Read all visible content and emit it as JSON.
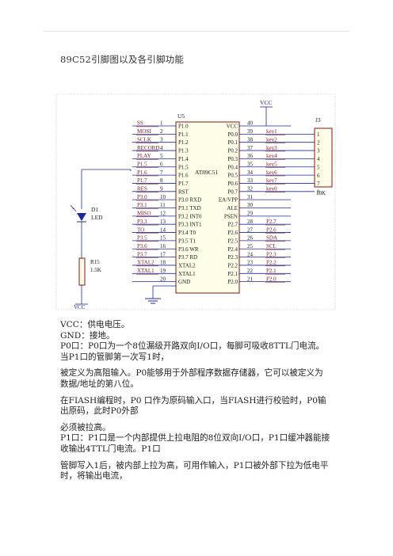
{
  "page_title": "89C52引脚图以及各引脚功能",
  "schematic": {
    "chip_ref": "U5",
    "chip_model": "AT89C51",
    "vcc_top": "VCC",
    "vcc_bottom": "VCC",
    "j_ref": "J3",
    "j_value": "10K",
    "j_pins": [
      "1",
      "2",
      "3",
      "4",
      "5",
      "6",
      "7",
      "8"
    ],
    "d_ref": "D1",
    "d_value": "LED",
    "r_ref": "R15",
    "r_value": "1.5K",
    "left_pins": [
      {
        "net": "SS",
        "num": "1",
        "name": "P1.0"
      },
      {
        "net": "MOSI",
        "num": "2",
        "name": "P1.1"
      },
      {
        "net": "SCLK",
        "num": "3",
        "name": "P1.2"
      },
      {
        "net": "RECORD",
        "num": "4",
        "name": "P1.3"
      },
      {
        "net": "PLAY",
        "num": "5",
        "name": "P1.4"
      },
      {
        "net": "P1.5",
        "num": "6",
        "name": "P1.5"
      },
      {
        "net": "P1.6",
        "num": "7",
        "name": "P1.6"
      },
      {
        "net": "P1.7",
        "num": "8",
        "name": "P1.7"
      },
      {
        "net": "RES",
        "num": "9",
        "name": "RST"
      },
      {
        "net": "P3.0",
        "num": "10",
        "name": "P3.0 RXD"
      },
      {
        "net": "P3.1",
        "num": "11",
        "name": "P3.1 TXD"
      },
      {
        "net": "MISO",
        "num": "12",
        "name": "P3.2 INT0"
      },
      {
        "net": "P3.3",
        "num": "13",
        "name": "P3.3 INT1"
      },
      {
        "net": "TO",
        "num": "14",
        "name": "P3.4 T0"
      },
      {
        "net": "P3.5",
        "num": "15",
        "name": "P3.5 T1"
      },
      {
        "net": "P3.6",
        "num": "16",
        "name": "P3.6 WR"
      },
      {
        "net": "P3.7",
        "num": "17",
        "name": "P3.7 RD"
      },
      {
        "net": "XTAL2",
        "num": "18",
        "name": "XTAL2"
      },
      {
        "net": "XTAL1",
        "num": "19",
        "name": "XTAL1"
      },
      {
        "net": "",
        "num": "20",
        "name": "GND"
      }
    ],
    "right_pins": [
      {
        "name": "VCC",
        "num": "40",
        "net": ""
      },
      {
        "name": "P0.0",
        "num": "39",
        "net": "key1"
      },
      {
        "name": "P0.1",
        "num": "38",
        "net": "key2"
      },
      {
        "name": "P0.2",
        "num": "37",
        "net": "key3"
      },
      {
        "name": "P0.3",
        "num": "36",
        "net": "key4"
      },
      {
        "name": "P0.4",
        "num": "35",
        "net": "key5"
      },
      {
        "name": "P0.5",
        "num": "34",
        "net": "key6"
      },
      {
        "name": "P0.6",
        "num": "33",
        "net": "key7"
      },
      {
        "name": "P0.7",
        "num": "32",
        "net": "key0"
      },
      {
        "name": "EA/VPP",
        "num": "31",
        "net": ""
      },
      {
        "name": "ALE",
        "num": "30",
        "net": ""
      },
      {
        "name": "PSEN",
        "num": "29",
        "net": ""
      },
      {
        "name": "P2.7",
        "num": "28",
        "net": "P2.7"
      },
      {
        "name": "P2.6",
        "num": "27",
        "net": "P2.6"
      },
      {
        "name": "P2.5",
        "num": "26",
        "net": "SDA"
      },
      {
        "name": "P2.4",
        "num": "25",
        "net": "SCL"
      },
      {
        "name": "P2.3",
        "num": "24",
        "net": "P2.3"
      },
      {
        "name": "P2.2",
        "num": "23",
        "net": "P2.2"
      },
      {
        "name": "P2.1",
        "num": "22",
        "net": "P2.1"
      },
      {
        "name": "P2.0",
        "num": "21",
        "net": "P2.0"
      }
    ]
  },
  "body": {
    "p1": "VCC：供电电压。",
    "p2": "GND：接地。",
    "p3": "P0口：P0口为一个8位漏级开路双向I/O口，每脚可吸收8TTL门电流。当P1口的管脚第一次写1时，",
    "p4": "被定义为高阻输入。P0能够用于外部程序数据存储器，它可以被定义为数据/地址的第八位。",
    "p5": "在FIASH编程时，P0 口作为原码输入口，当FIASH进行校验时，P0输出原码，此时P0外部",
    "p6": "必须被拉高。",
    "p7": "P1口：P1口是一个内部提供上拉电阻的8位双向I/O口，P1口缓冲器能接收输出4TTL门电流。P1口",
    "p8": "管脚写入1后，被内部上拉为高，可用作输入，P1口被外部下拉为低电平时，将输出电流，"
  }
}
